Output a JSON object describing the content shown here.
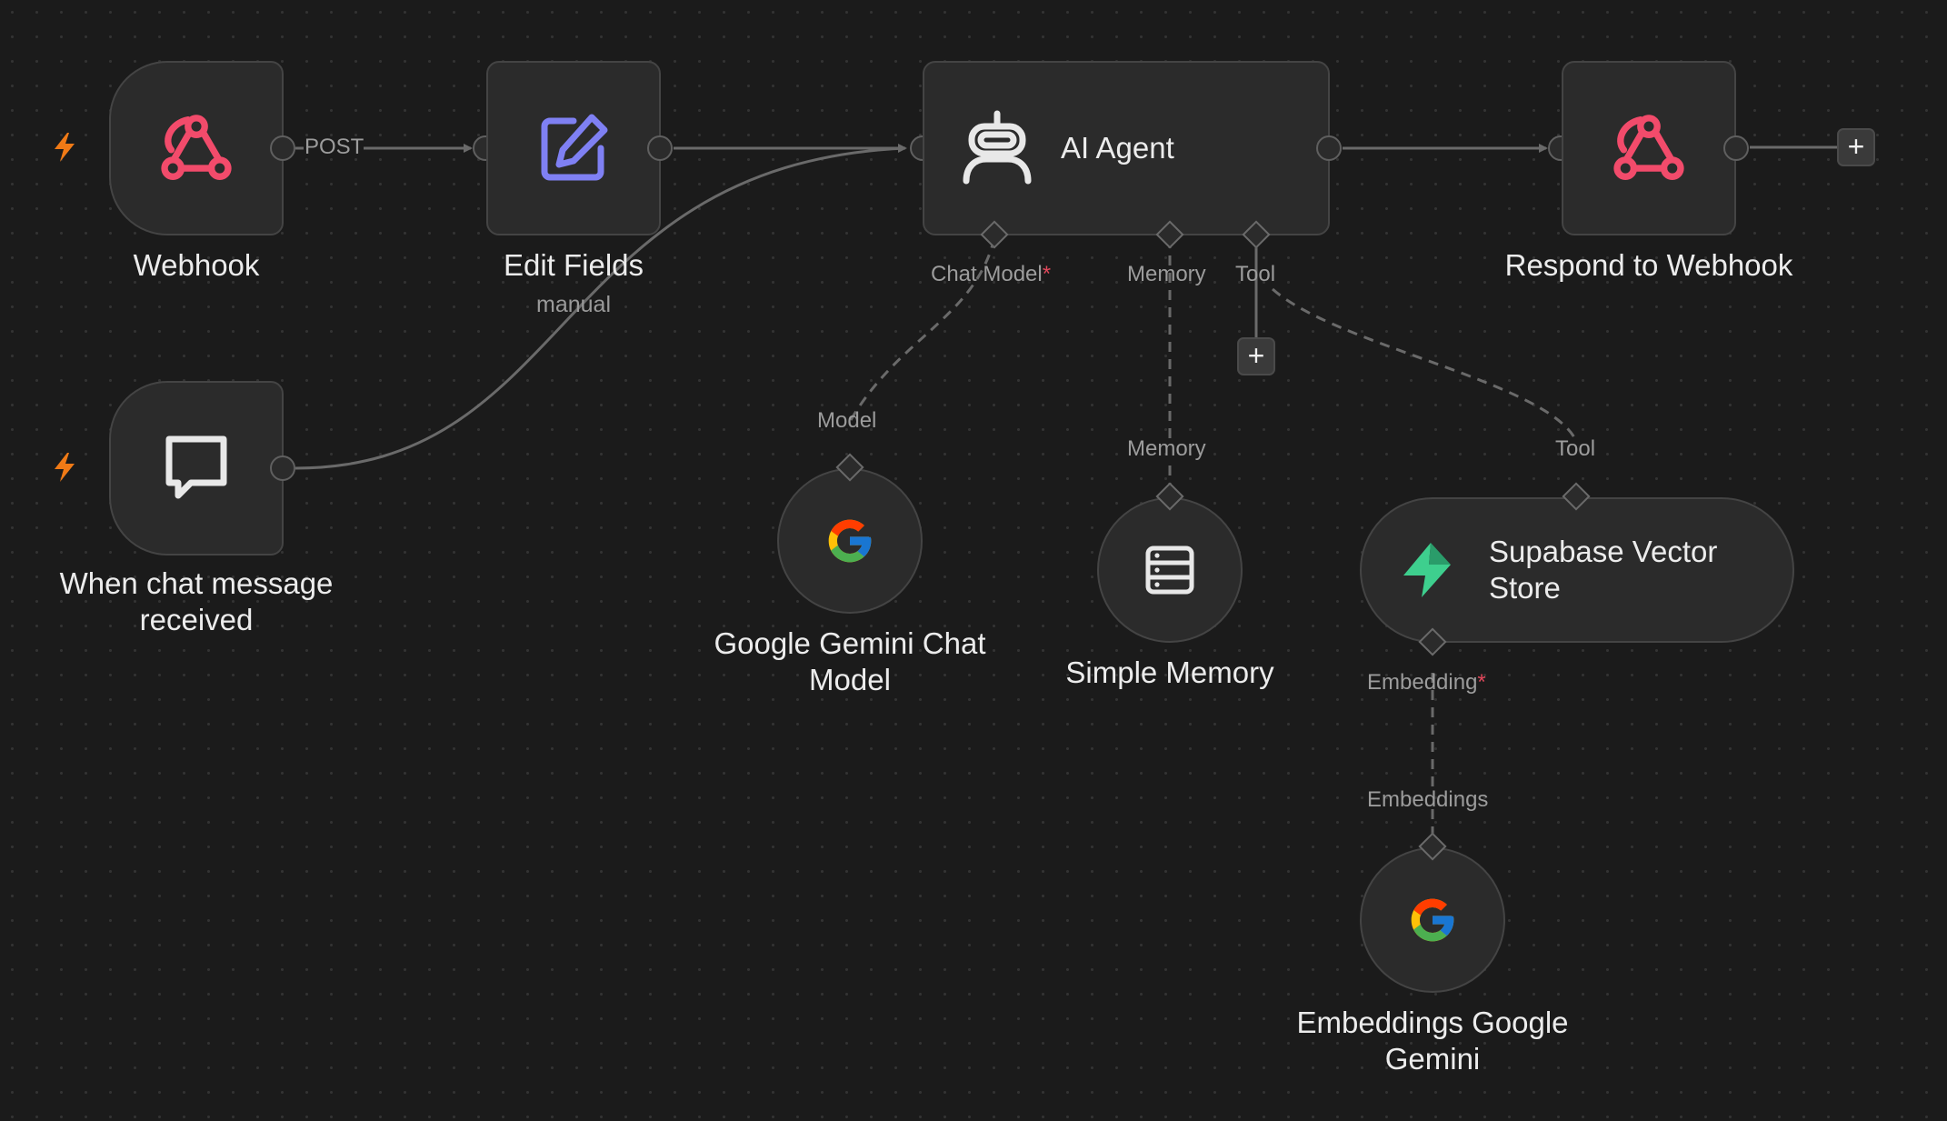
{
  "canvas": {
    "accent_colors": {
      "webhook": "#f24b6b",
      "edit": "#7f80f3",
      "trigger_bolt": "#f07a16",
      "supabase": "#3ecf8e",
      "required_marker": "#e0485b"
    }
  },
  "nodes": {
    "webhook": {
      "label": "Webhook",
      "icon": "webhook-icon"
    },
    "edit_fields": {
      "label": "Edit Fields",
      "subtitle": "manual",
      "icon": "pencil-square-icon"
    },
    "ai_agent": {
      "label": "AI Agent",
      "icon": "robot-icon",
      "ports": {
        "chat_model": "Chat Model",
        "memory": "Memory",
        "tool": "Tool",
        "required_marker": "*"
      }
    },
    "respond_to_webhook": {
      "label": "Respond to Webhook",
      "icon": "webhook-icon"
    },
    "chat_trigger": {
      "label_line1": "When chat message",
      "label_line2": "received",
      "icon": "chat-bubble-icon"
    },
    "gemini_chat": {
      "label_line1": "Google Gemini Chat",
      "label_line2": "Model",
      "port_label": "Model",
      "icon": "google-g-icon"
    },
    "simple_memory": {
      "label": "Simple Memory",
      "port_label": "Memory",
      "icon": "database-icon"
    },
    "supabase": {
      "label_line1": "Supabase Vector",
      "label_line2": "Store",
      "port_label": "Tool",
      "embedding_port": "Embedding",
      "required_marker": "*",
      "icon": "supabase-bolt-icon"
    },
    "embeddings_gemini": {
      "label_line1": "Embeddings Google",
      "label_line2": "Gemini",
      "port_label": "Embeddings",
      "icon": "google-g-icon"
    }
  },
  "connections": {
    "webhook_to_edit": "POST"
  },
  "controls": {
    "add_symbol": "+"
  }
}
